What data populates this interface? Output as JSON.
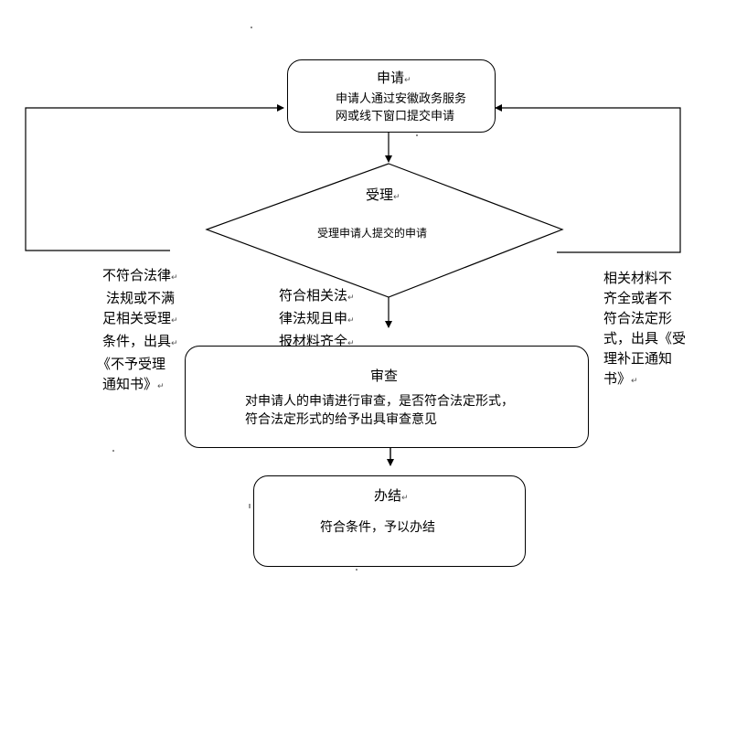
{
  "return_mark": "↵",
  "apply": {
    "title": "申请",
    "line1": "申请人通过安徽政务服务",
    "line2": "网或线下窗口提交申请"
  },
  "accept": {
    "title": "受理",
    "text": "受理申请人提交的申请"
  },
  "left_note": [
    "不符合法律",
    "法规或不满",
    "足相关受理",
    "条件，出具",
    "《不予受理",
    "通知书》"
  ],
  "middle_note": [
    "符合相关法",
    "律法规且申",
    "报材料齐全"
  ],
  "right_note": [
    "相关材料不",
    "齐全或者不",
    "符合法定形",
    "式，出具《受",
    "理补正通知",
    "书》"
  ],
  "review": {
    "title": "审查",
    "line1": "对申请人的申请进行审查，是否符合法定形式，",
    "line2": "符合法定形式的给予出具审查意见"
  },
  "done": {
    "title": "办结",
    "text": "符合条件，予以办结"
  }
}
